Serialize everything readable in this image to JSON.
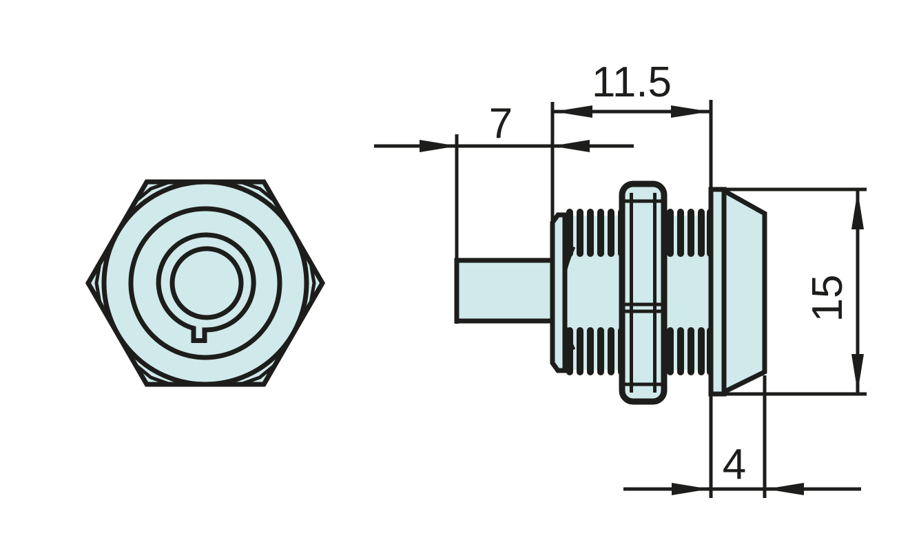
{
  "drawing": {
    "title": "Cam lock fastener - two view technical drawing",
    "views": {
      "front_view": "hex face with circular keyway plug",
      "side_view": "threaded body with cam tail, locking nut and bezel head"
    },
    "annotations": {
      "cam_length": {
        "label": "7"
      },
      "thread_length": {
        "label": "11.5"
      },
      "head_diameter": {
        "label": "15"
      },
      "head_thickness": {
        "label": "4"
      }
    }
  },
  "colors": {
    "fill": "#d0e9ea",
    "line": "#1d1d1b",
    "background": "#ffffff"
  }
}
